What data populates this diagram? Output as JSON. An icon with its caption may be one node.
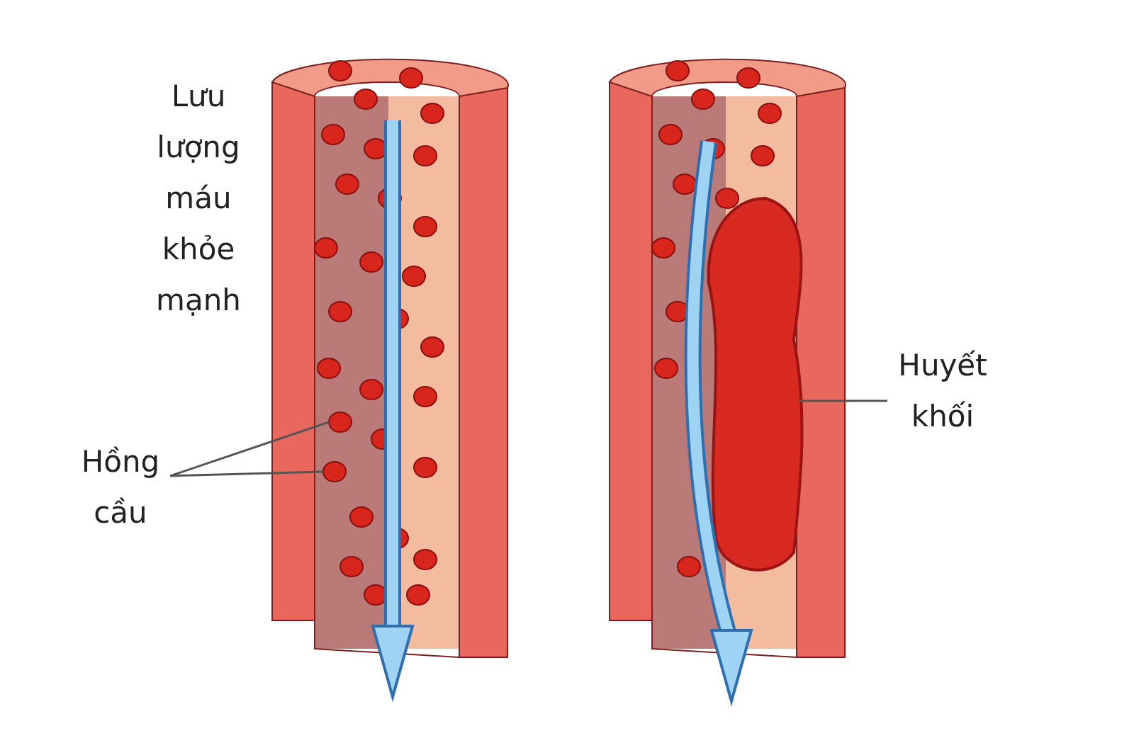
{
  "diagram": {
    "nodes": [
      {
        "text": [
          "Hồng cầu"
        ]
      },
      {
        "text": [],
        "shape": "circle"
      },
      {
        "text": [],
        "shape": "circle"
      },
      {
        "text": [
          "Huyết khối"
        ]
      },
      {
        "text": [],
        "shape": "picture"
      }
    ],
    "edges": [
      {
        "from": 0,
        "to": 1,
        "arrow": "none"
      },
      {
        "from": 0,
        "to": 2,
        "arrow": "none"
      },
      {
        "from": 3,
        "to": 4,
        "arrow": "none"
      }
    ],
    "labels": [
      "Lưu lượng máu khỏe mạnh"
    ]
  }
}
